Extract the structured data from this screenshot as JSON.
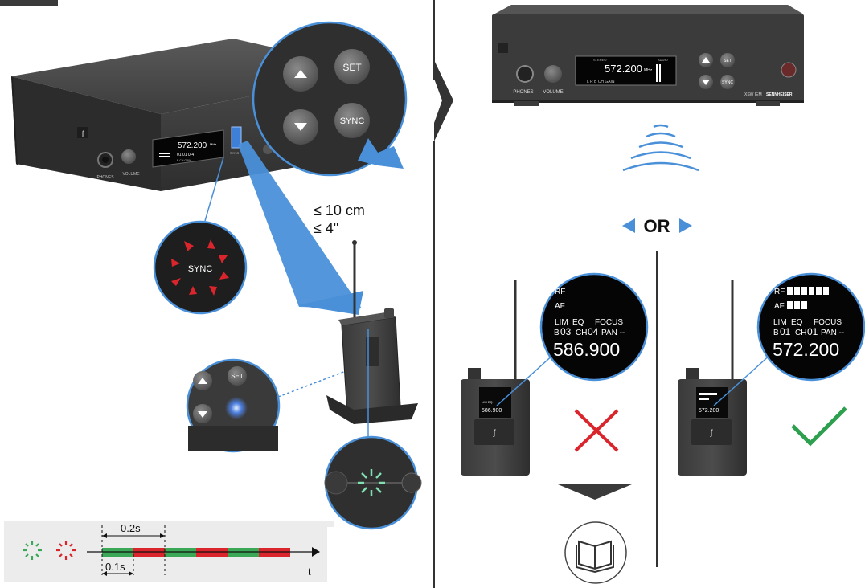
{
  "left_panel": {
    "receiver_display_freq": "572.200",
    "receiver_display_unit": "MHz",
    "receiver_display_values": "01 01 0-4",
    "receiver_display_labels": "B CH GAIN",
    "phones_label": "PHONES",
    "volume_label": "VOLUME",
    "sync_label": "SYNC",
    "set_label": "SET",
    "zoom_set_label": "SET",
    "zoom_sync_label": "SYNC",
    "sync_burst_label": "SYNC",
    "distance_cm": "≤ 10 cm",
    "distance_in": "≤ 4\"",
    "blink_zoom_set": "SET"
  },
  "timing": {
    "period_label": "0.2s",
    "pulse_label": "0.1s",
    "axis_label": "t",
    "segments": [
      "green",
      "red",
      "green",
      "red",
      "green",
      "red"
    ],
    "colors": {
      "green": "#3aa856",
      "red": "#d9252b"
    }
  },
  "right_panel": {
    "receiver_display_freq": "572.200",
    "receiver_display_unit": "MHz",
    "receiver_header_left": "STEREO",
    "receiver_header_right": "AUDIO",
    "receiver_display_labels": "L R B CH GAIN",
    "phones_label": "PHONES",
    "volume_label": "VOLUME",
    "set_label": "SET",
    "sync_label": "SYNC",
    "model_label": "XSW IEM",
    "brand_label": "SENNHEISER",
    "or_label": "OR"
  },
  "bodypack_wrong": {
    "rf_label": "RF",
    "af_label": "AF",
    "lim_label": "LIM",
    "eq_label": "EQ",
    "focus_label": "FOCUS",
    "b_prefix": "B",
    "b_value": "03",
    "ch_label": "CH",
    "ch_value": "04",
    "pan_label": "PAN --",
    "freq": "586.900",
    "small_freq": "586.900",
    "result": "wrong"
  },
  "bodypack_right": {
    "rf_label": "RF",
    "af_label": "AF",
    "lim_label": "LIM",
    "eq_label": "EQ",
    "focus_label": "FOCUS",
    "b_prefix": "B",
    "b_value": "01",
    "ch_label": "CH",
    "ch_value": "01",
    "pan_label": "PAN --",
    "freq": "572.200",
    "small_freq": "572.200",
    "result": "correct"
  },
  "colors": {
    "accent_blue": "#4a90d9",
    "wrong_red": "#d9252b",
    "check_green": "#2e9e4f",
    "device_dark": "#3a3a3a"
  }
}
